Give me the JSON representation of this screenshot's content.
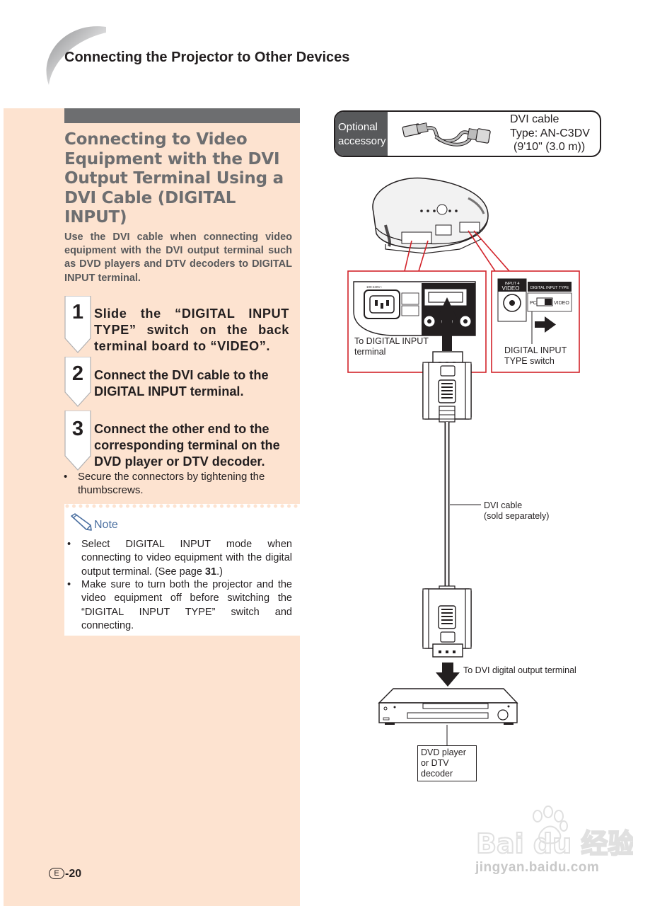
{
  "header": {
    "title": "Connecting the Projector to Other Devices"
  },
  "section": {
    "title": "Connecting to Video Equipment with the DVI Output Terminal Using a DVI Cable (DIGITAL INPUT)",
    "intro": "Use the DVI cable when connecting video equipment with the DVI output terminal such as DVD players and DTV decoders to DIGITAL INPUT terminal."
  },
  "steps": [
    {
      "number": "1",
      "text": "Slide the “DIGITAL INPUT TYPE” switch on the back terminal board to “VIDEO”."
    },
    {
      "number": "2",
      "text": "Connect the DVI cable to the DIGITAL INPUT terminal."
    },
    {
      "number": "3",
      "text": "Connect the other end to the corresponding terminal on the DVD player or DTV decoder."
    }
  ],
  "step_bullet": "Secure the connectors by tightening the thumbscrews.",
  "note": {
    "label": "Note",
    "items": [
      {
        "text": "Select DIGITAL INPUT mode when connecting to video equipment with the digital output terminal. (See page ",
        "page": "31",
        "suffix": ".)"
      },
      {
        "text": "Make sure to turn both the projector and the video equipment off before switching the “DIGITAL INPUT TYPE” switch and connecting."
      }
    ]
  },
  "page_number": {
    "badge": "E",
    "number": "-20"
  },
  "diagram": {
    "accessory_tag": "Optional accessory",
    "accessory_line1": "DVI cable",
    "accessory_line2": "Type: AN-C3DV",
    "accessory_line3": "(9'10\" (3.0 m))",
    "to_digital_input": "To DIGITAL INPUT terminal",
    "digital_input_type_switch": "DIGITAL INPUT TYPE switch",
    "dvi_cable_line1": "DVI cable",
    "dvi_cable_line2": "(sold separately)",
    "to_dvi_output": "To DVI digital output terminal",
    "dvd_label": "DVD player or DTV decoder",
    "panel_input4": "INPUT 4",
    "panel_video": "VIDEO",
    "panel_dit": "DIGITAL INPUT TYPE",
    "panel_pc": "PC",
    "panel_video2": "VIDEO",
    "panel_voltage": "100-240V~"
  },
  "watermark": {
    "logo": "Bai du 经验",
    "url": "jingyan.baidu.com"
  },
  "colors": {
    "peach": "#fde3d0",
    "heading_gray": "#6d6e70",
    "callout_red": "#d2232a",
    "note_blue": "#4a6fa0"
  }
}
